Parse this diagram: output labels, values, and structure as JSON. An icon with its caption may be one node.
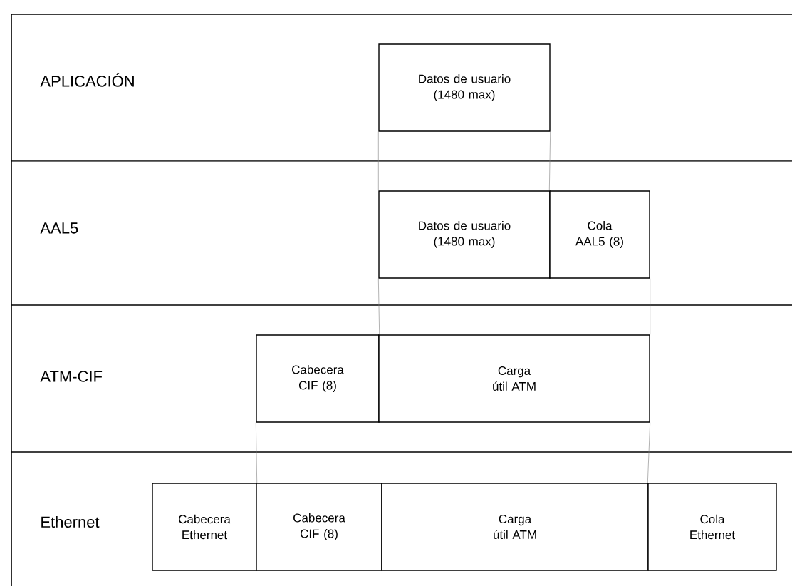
{
  "diagram": {
    "nodes": [
      {
        "text": [
          "Datos de usuario (1480 max)"
        ]
      },
      {
        "text": [
          "Datos de usuario (1480 max)"
        ]
      },
      {
        "text": [
          "Cola AAL5 (8)"
        ]
      },
      {
        "text": [
          "Cabecera CIF (8)"
        ]
      },
      {
        "text": [
          "Carga útil ATM"
        ]
      },
      {
        "text": [
          "Cabecera Ethernet"
        ]
      },
      {
        "text": [
          "Cabecera CIF (8)"
        ]
      },
      {
        "text": [
          "Carga útil ATM"
        ]
      },
      {
        "text": [
          "Cola Ethernet"
        ]
      }
    ],
    "edges": [
      {
        "from": 0,
        "to": 1,
        "arrow": "none"
      },
      {
        "from": 0,
        "to": 2,
        "arrow": "none"
      },
      {
        "from": 1,
        "to": 3,
        "arrow": "none"
      },
      {
        "from": 2,
        "to": 4,
        "arrow": "none"
      },
      {
        "from": 3,
        "to": 5,
        "arrow": "none"
      },
      {
        "from": 4,
        "to": 8,
        "arrow": "none"
      }
    ],
    "labels": [
      "APLICACIÓN",
      "AAL5",
      "ATM-CIF",
      "Ethernet"
    ]
  }
}
